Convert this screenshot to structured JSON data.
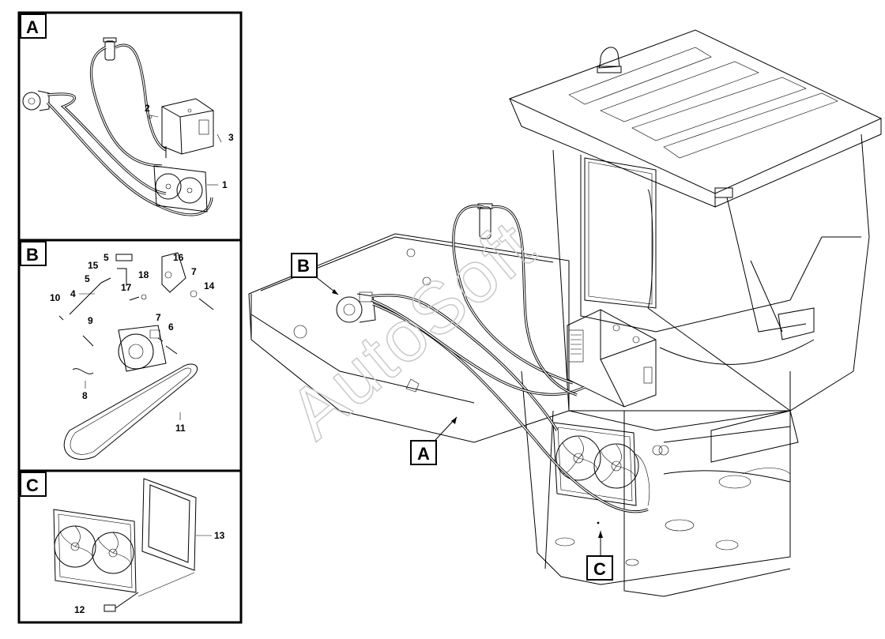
{
  "watermark": "AutoSoft",
  "panels": [
    {
      "letter": "A",
      "parts": [
        "1",
        "2",
        "3"
      ]
    },
    {
      "letter": "B",
      "parts": [
        "4",
        "5",
        "5",
        "6",
        "7",
        "7",
        "8",
        "9",
        "10",
        "11",
        "14",
        "15",
        "16",
        "17",
        "18"
      ]
    },
    {
      "letter": "C",
      "parts": [
        "12",
        "13"
      ]
    }
  ],
  "callouts": {
    "a": "A",
    "b": "B",
    "c": "C"
  },
  "labels": {
    "p1": "1",
    "p2": "2",
    "p3": "3",
    "p4": "4",
    "p5a": "5",
    "p5b": "5",
    "p6": "6",
    "p7a": "7",
    "p7b": "7",
    "p8": "8",
    "p9": "9",
    "p10": "10",
    "p11": "11",
    "p12": "12",
    "p13": "13",
    "p14": "14",
    "p15": "15",
    "p16": "16",
    "p17": "17",
    "p18": "18"
  }
}
